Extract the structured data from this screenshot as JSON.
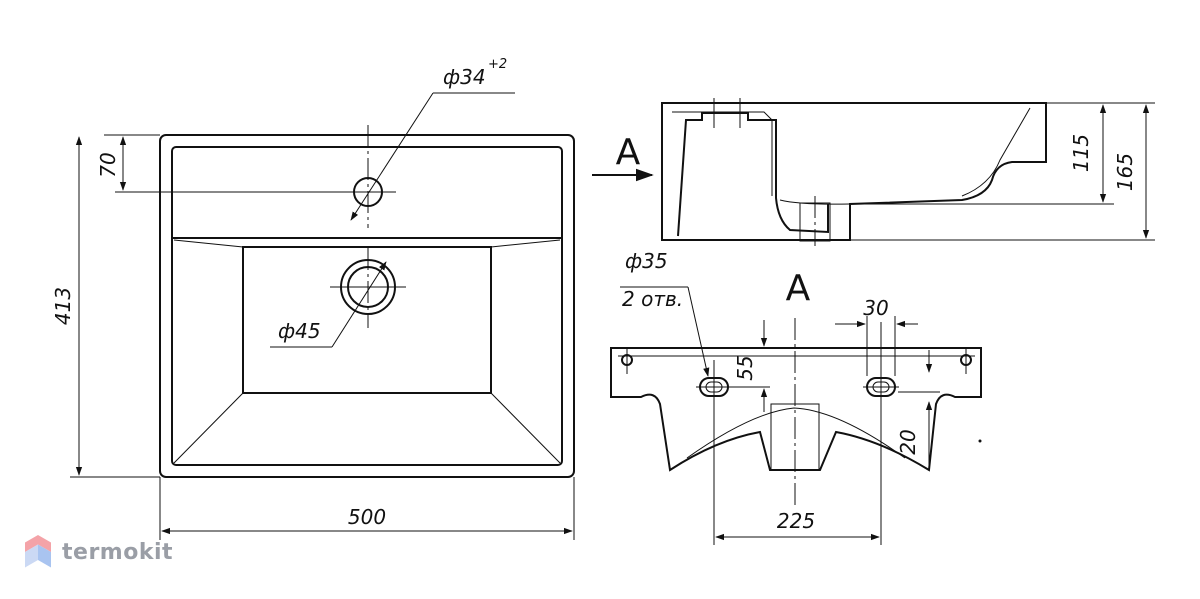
{
  "dimensions": {
    "hole_diameter": "ф34",
    "hole_tolerance": "+2",
    "drain_diameter": "ф45",
    "mount_hole_diameter": "ф35",
    "mount_hole_count": "2 отв.",
    "offset_70": "70",
    "depth_413": "413",
    "width_500": "500",
    "height_115": "115",
    "height_165": "165",
    "offset_55": "55",
    "slot_30": "30",
    "offset_20": "20",
    "spacing_225": "225"
  },
  "view_labels": {
    "section_arrow": "A",
    "section_view": "A"
  },
  "brand": {
    "name": "termokit",
    "color": "#9a9ea6",
    "accent_colors": [
      "#f4a3a8",
      "#a9c4f0"
    ]
  },
  "icons": [
    "termokit-logo-icon"
  ]
}
